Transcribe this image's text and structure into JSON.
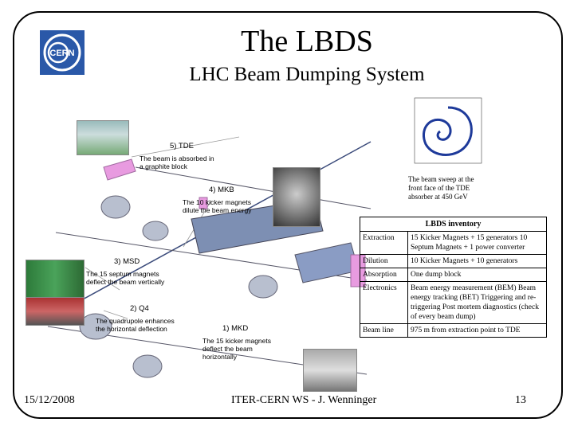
{
  "title": "The LBDS",
  "subtitle": "LHC Beam Dumping System",
  "logo_text": "CERN",
  "labels": {
    "tde_title": "5) TDE",
    "tde_desc": "The beam is absorbed in a graphite block",
    "mkb_title": "4) MKB",
    "mkb_desc": "The 10 kicker magnets dilute the beam energy",
    "msd_title": "3) MSD",
    "msd_desc": "The 15 septum magnets deflect the beam vertically",
    "q4_title": "2) Q4",
    "q4_desc": "The quadrupole enhances the horizontal deflection",
    "mkd_title": "1) MKD",
    "mkd_desc": "The 15 kicker magnets deflect the beam horizontally",
    "sweep_desc": "The beam sweep at the front face of the TDE absorber at 450 GeV"
  },
  "inventory": {
    "heading": "LBDS inventory",
    "rows": [
      {
        "key": "Extraction",
        "value": "15 Kicker Magnets + 15 generators 10 Septum Magnets + 1 power converter"
      },
      {
        "key": "Dilution",
        "value": "10 Kicker Magnets + 10 generators"
      },
      {
        "key": "Absorption",
        "value": "One dump block"
      },
      {
        "key": "Electronics",
        "value": "Beam energy measurement (BEM) Beam energy tracking (BET) Triggering and re-triggering Post mortem diagnostics (check of every beam dump)"
      },
      {
        "key": "Beam line",
        "value": "975 m from extraction point to TDE"
      }
    ]
  },
  "footer": {
    "date": "15/12/2008",
    "center": "ITER-CERN WS - J. Wenninger",
    "page": "13"
  },
  "colors": {
    "magnet_blue": "#7d8fb3",
    "pink_box": "#e89be0",
    "beam_line": "#3a4a7a"
  }
}
